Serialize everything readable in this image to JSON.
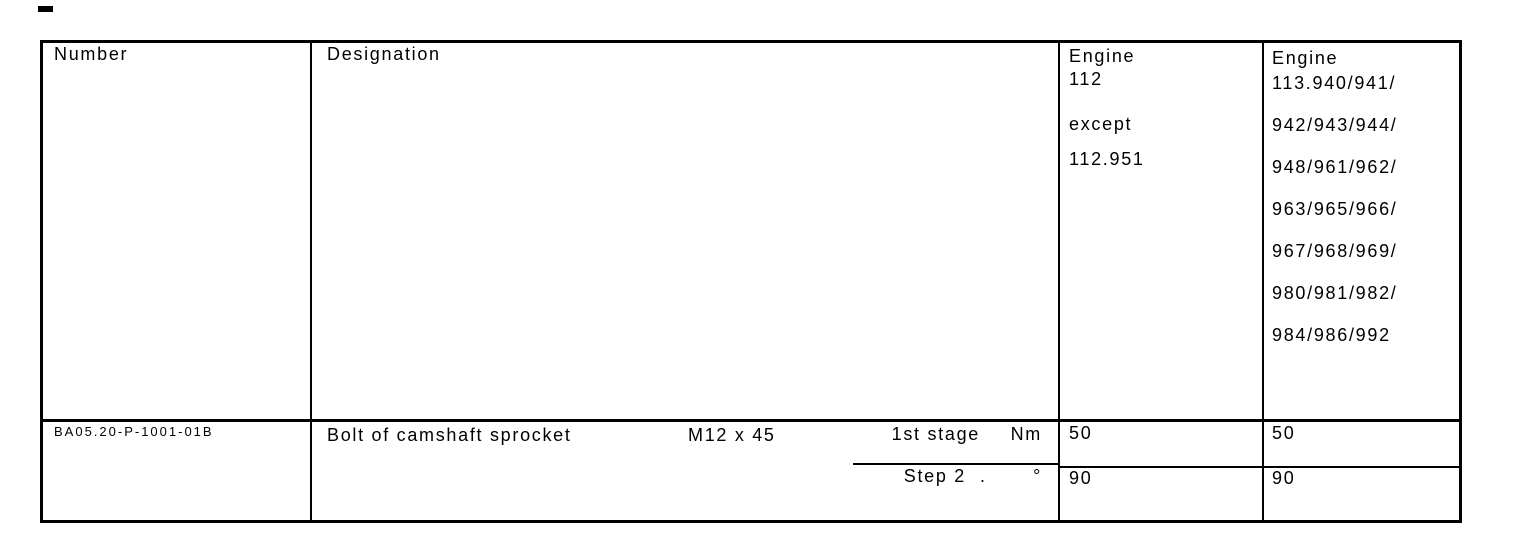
{
  "header": {
    "number": "Number",
    "designation": "Designation",
    "engine1": {
      "lines": [
        "Engine",
        "112",
        "except",
        "112.951"
      ]
    },
    "engine2": {
      "lines": [
        "Engine",
        "113.940/941/",
        "942/943/944/",
        "948/961/962/",
        "963/965/966/",
        "967/968/969/",
        "980/981/982/",
        "984/986/992"
      ]
    }
  },
  "row": {
    "number": "BA05.20-P-1001-01B",
    "designation": "Bolt of camshaft sprocket",
    "thread_size": "M12 x 45",
    "stage1": {
      "label": "1st stage",
      "unit": "Nm",
      "engine1_value": "50",
      "engine2_value": "50"
    },
    "stage2": {
      "label": "Step 2",
      "dot": ".",
      "unit": "°",
      "engine1_value": "90",
      "engine2_value": "90"
    }
  },
  "colors": {
    "border": "#000000",
    "background": "#ffffff",
    "text": "#000000"
  }
}
